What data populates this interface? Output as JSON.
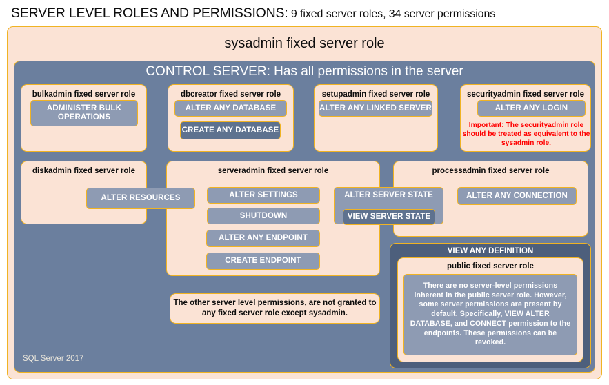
{
  "title": {
    "strong": "SERVER LEVEL ROLES AND PERMISSIONS:",
    "rest": " 9 fixed server roles, 34 server permissions"
  },
  "outer": {
    "sysadmin_label": "sysadmin  fixed  server  role"
  },
  "control_server": {
    "label": "CONTROL SERVER: Has all permissions in the server"
  },
  "roles": {
    "bulkadmin": {
      "label": "bulkadmin  fixed server role",
      "permissions": [
        "ADMINISTER  BULK OPERATIONS"
      ]
    },
    "dbcreator": {
      "label": "dbcreator fixed server role",
      "permissions": [
        "ALTER ANY DATABASE",
        "CREATE ANY DATABASE"
      ]
    },
    "setupadmin": {
      "label": "setupadmin fixed server role",
      "permissions": [
        "ALTER ANY LINKED SERVER"
      ]
    },
    "securityadmin": {
      "label": "securityadmin  fixed server role",
      "permissions": [
        "ALTER ANY LOGIN"
      ],
      "note": "Important:  The securityadmin role should  be treated as equivalent to the sysadmin role."
    },
    "diskadmin": {
      "label": "diskadmin  fixed server role",
      "permissions": [
        "ALTER RESOURCES"
      ]
    },
    "serveradmin": {
      "label": "serveradmin fixed server role",
      "permissions": [
        "ALTER SETTINGS",
        "SHUTDOWN",
        "ALTER ANY ENDPOINT",
        "CREATE ENDPOINT",
        "ALTER SERVER  STATE",
        "VIEW SERVER  STATE"
      ]
    },
    "processadmin": {
      "label": "processadmin fixed server role",
      "permissions": [
        "ALTER ANY CONNECTION"
      ]
    },
    "public": {
      "view_any_definition": "VIEW ANY DEFINITION",
      "label": "public  fixed server role",
      "note": "There are no server-level permissions inherent in the public server role. However, some server permissions are present by default. Specifically, VIEW ALTER DATABASE, and CONNECT permission to the endpoints. These permissions can be revoked."
    }
  },
  "other_permissions_note": "The other server level permissions,  are not granted to any fixed server role except sysadmin.",
  "footer": "SQL Server 2017",
  "colors": {
    "peach_fill": "#FBE3D5",
    "gold_border": "#F0B323",
    "blue_fill": "#6B7F9E",
    "pill_fill": "#8E9BB3",
    "pill_dark_fill": "#5E728F",
    "dark_panel_fill": "#4D5F7C",
    "alert_red": "#FF0000"
  }
}
